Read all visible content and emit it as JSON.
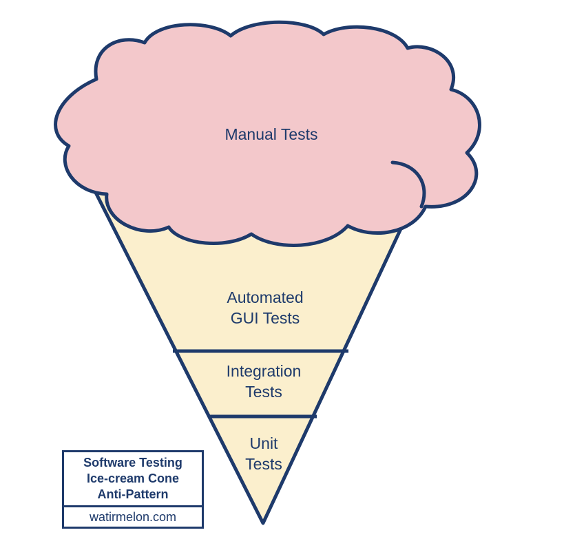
{
  "diagram": {
    "cloud": {
      "label": "Manual Tests"
    },
    "layers": [
      {
        "lines": [
          "Automated",
          "GUI Tests"
        ]
      },
      {
        "lines": [
          "Integration",
          "Tests"
        ]
      },
      {
        "lines": [
          "Unit",
          "Tests"
        ]
      }
    ],
    "colors": {
      "outline": "#1e3a6b",
      "cone_fill": "#fbefcd",
      "cloud_fill": "#f3c8cb"
    }
  },
  "caption": {
    "title_lines": [
      "Software Testing",
      "Ice-cream Cone",
      "Anti-Pattern"
    ],
    "site": "watirmelon.com"
  }
}
